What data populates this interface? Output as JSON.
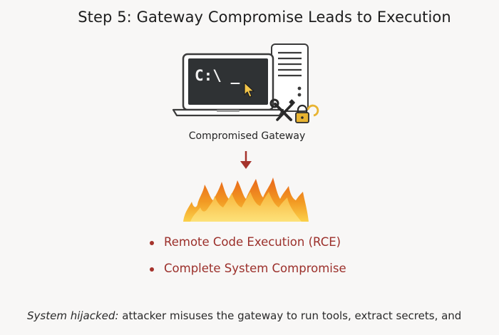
{
  "title": "Step 5: Gateway Compromise Leads to Execution",
  "hero": {
    "terminal_prompt": "C:\\ _"
  },
  "caption": "Compromised Gateway",
  "impacts": [
    "Remote Code Execution (RCE)",
    "Complete System Compromise"
  ],
  "footer": {
    "emphasis": "System hijacked:",
    "text": " attacker misuses the gateway to run tools, extract secrets, and"
  },
  "colors": {
    "accent_red": "#9b2f2a",
    "arrow_red": "#a5332c",
    "screen_dark": "#2f3234",
    "fire_orange": "#f08a1c",
    "fire_yellow": "#fbd14a"
  }
}
